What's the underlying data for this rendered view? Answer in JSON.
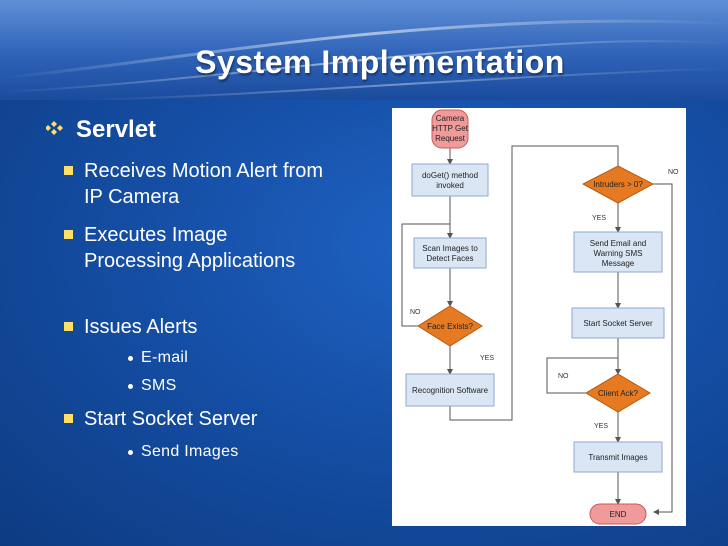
{
  "slide": {
    "title": "System Implementation",
    "heading": "Servlet",
    "bullets": [
      "Receives Motion Alert from IP Camera",
      "Executes Image Processing Applications",
      "Issues Alerts",
      "Start Socket Server"
    ],
    "sub_bullets_alerts": [
      "E-mail",
      "SMS"
    ],
    "sub_bullets_socket": [
      "Send Images"
    ]
  },
  "flowchart": {
    "start": [
      "Camera",
      "HTTP Get",
      "Request"
    ],
    "doget": [
      "doGet() method",
      "invoked"
    ],
    "scan": [
      "Scan Images to",
      "Detect Faces"
    ],
    "face_exists": "Face Exists?",
    "recognition": "Recognition Software",
    "intruders": "Intruders > 0?",
    "send_alert": [
      "Send Email and",
      "Warning SMS",
      "Message"
    ],
    "start_socket": "Start Socket Server",
    "client_ack": "Client Ack?",
    "transmit": "Transmit Images",
    "end": "END",
    "labels": {
      "face_no": "NO",
      "face_yes": "YES",
      "intruders_no": "NO",
      "intruders_yes": "YES",
      "ack_no": "NO",
      "ack_yes": "YES"
    }
  },
  "colors": {
    "accent_bullet": "#ffe066",
    "process_fill": "#dbe6f5",
    "process_stroke": "#8eaad6",
    "decision_fill": "#e57a22",
    "terminal_fill": "#f09a9a"
  }
}
